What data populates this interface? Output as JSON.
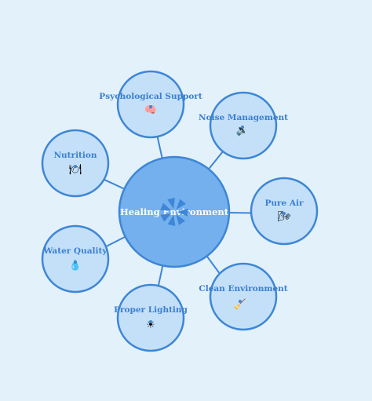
{
  "colors": {
    "background": "#e3f1fb",
    "center_fill": "#74b0ee",
    "center_stroke": "#3e86d6",
    "node_fill": "#c4e0f9",
    "node_stroke": "#3e86d6",
    "edge": "#3e86d6",
    "label": "#3a7fd0"
  },
  "center": {
    "label": "Healing Environment"
  },
  "nodes": [
    {
      "id": "psychological-support",
      "label": "Psychological Support",
      "icon": "brain-icon",
      "glyph": "🧠"
    },
    {
      "id": "noise-management",
      "label": "Noise Management",
      "icon": "speaker-icon",
      "glyph": "🔈"
    },
    {
      "id": "pure-air",
      "label": "Pure Air",
      "icon": "wind-icon",
      "glyph": "🌬"
    },
    {
      "id": "clean-environment",
      "label": "Clean Environment",
      "icon": "broom-icon",
      "glyph": "🧹"
    },
    {
      "id": "proper-lighting",
      "label": "Proper Lighting",
      "icon": "sun-icon",
      "glyph": "☀"
    },
    {
      "id": "water-quality",
      "label": "Water Quality",
      "icon": "droplet-icon",
      "glyph": "💧"
    },
    {
      "id": "nutrition",
      "label": "Nutrition",
      "icon": "plate-icon",
      "glyph": "🍽"
    }
  ]
}
